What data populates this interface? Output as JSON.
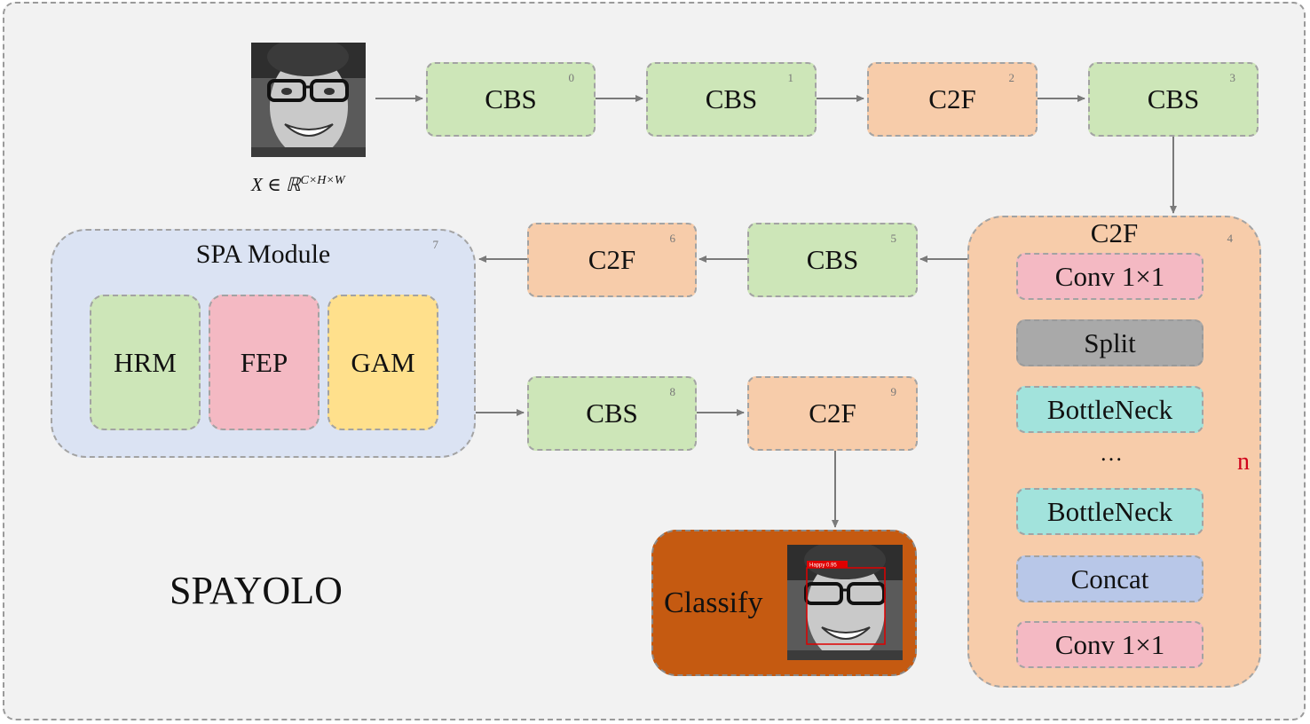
{
  "input": {
    "formula_var": "X ∈ ℝ",
    "formula_sup": "C×H×W"
  },
  "backbone": [
    {
      "label": "CBS",
      "index": "0"
    },
    {
      "label": "CBS",
      "index": "1"
    },
    {
      "label": "C2F",
      "index": "2"
    },
    {
      "label": "CBS",
      "index": "3"
    },
    {
      "label": "C2F",
      "index": "4"
    },
    {
      "label": "CBS",
      "index": "5"
    },
    {
      "label": "C2F",
      "index": "6"
    },
    {
      "label": "SPA Module",
      "index": "7"
    },
    {
      "label": "CBS",
      "index": "8"
    },
    {
      "label": "C2F",
      "index": "9"
    }
  ],
  "spa_module": {
    "parts": [
      "HRM",
      "FEP",
      "GAM"
    ]
  },
  "c2f_detail": {
    "conv_top": "Conv 1×1",
    "split": "Split",
    "bottleneck_1": "BottleNeck",
    "ellipsis": "…",
    "bottleneck_2": "BottleNeck",
    "repeat": "n",
    "concat": "Concat",
    "conv_bottom": "Conv 1×1"
  },
  "output": {
    "label": "Classify",
    "detection_tag": "Happy 0.95"
  },
  "model_name": "SPAYOLO",
  "colors": {
    "cbs": "#cde6b8",
    "c2f": "#f7ccaa",
    "spa_bg": "#dbe3f3",
    "hrm": "#cde6b8",
    "fep": "#f4b9c3",
    "gam": "#ffe08c",
    "classify": "#c55a11",
    "conv": "#f4b9c3",
    "split": "#a9a9a9",
    "bottleneck": "#a2e3dc",
    "concat": "#b8c7e8",
    "repeat_n": "#d0021b"
  }
}
